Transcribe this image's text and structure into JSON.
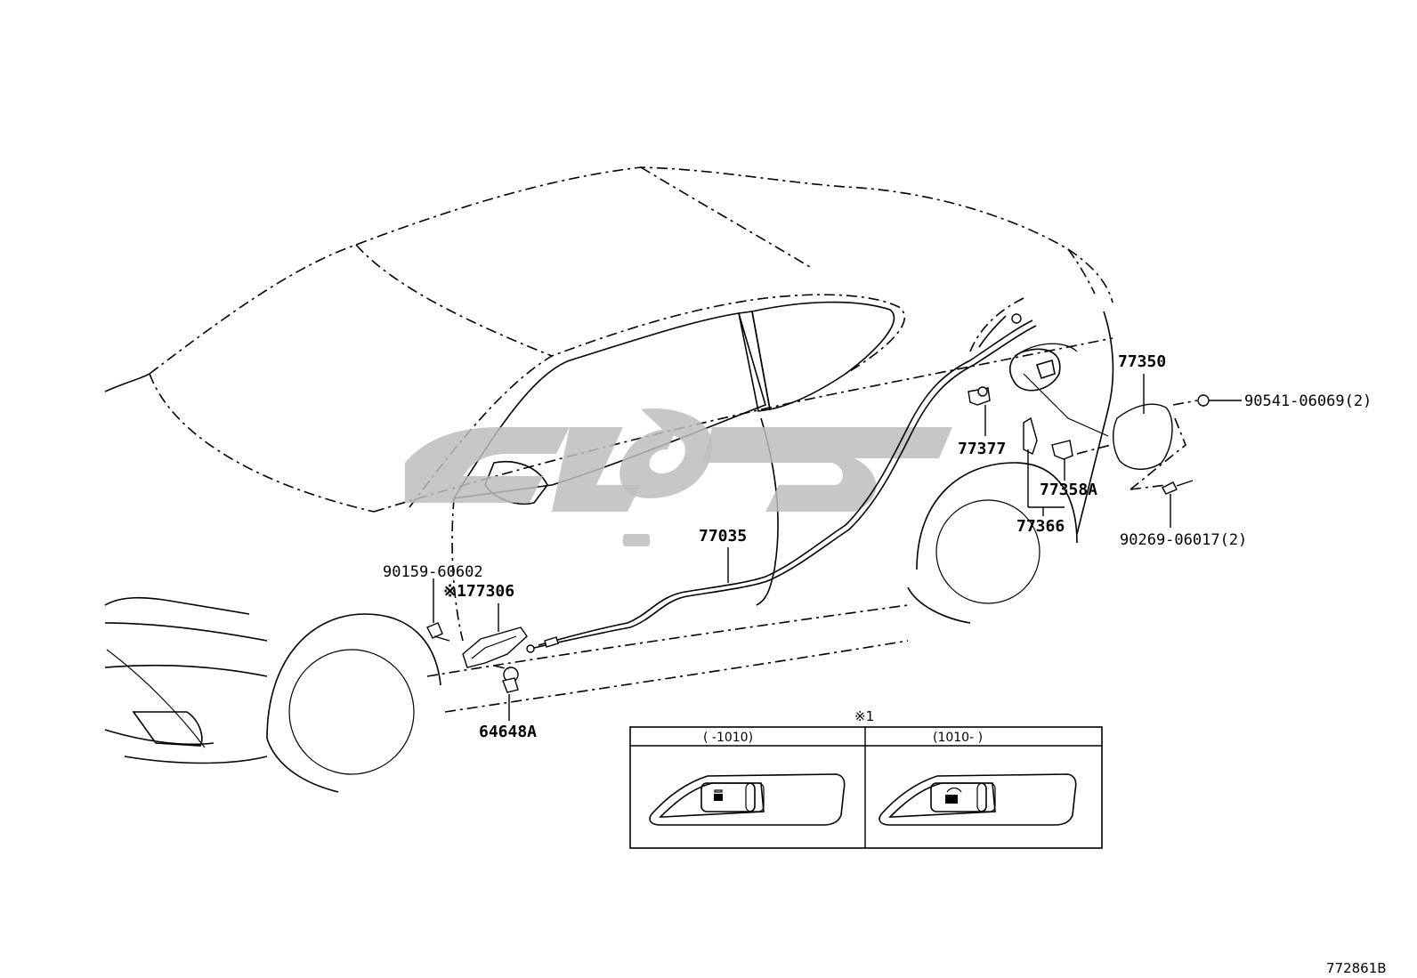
{
  "parts": {
    "p77350": "77350",
    "p90541": "90541-06069(2)",
    "p77377": "77377",
    "p77358a": "77358A",
    "p77366": "77366",
    "p90269": "90269-06017(2)",
    "p77035": "77035",
    "p90159": "90159-60602",
    "p77306": "※177306",
    "p64648a": "64648A"
  },
  "inset": {
    "mark": "※1",
    "col_left": "(    -1010)",
    "col_right": "(1010-    )"
  },
  "figure_id": "772861B",
  "colors": {
    "line": "#000000",
    "watermark": "#bdbdbd",
    "background": "#ffffff"
  }
}
